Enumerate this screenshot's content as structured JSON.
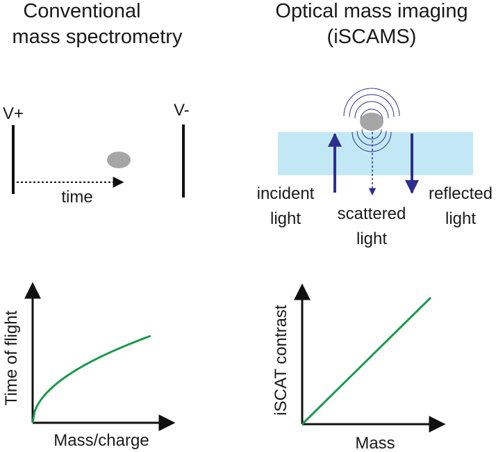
{
  "left": {
    "title_line1": "Conventional",
    "title_line2": "mass spectrometry",
    "electrode_pos_label": "V+",
    "electrode_neg_label": "V-",
    "time_label": "time",
    "plot": {
      "ylabel": "Time of flight",
      "xlabel": "Mass/charge",
      "curve": "sqrt",
      "curve_color": "#1a9a4a"
    }
  },
  "right": {
    "title_line1": "Optical mass imaging",
    "title_line2": "(iSCAMS)",
    "incident_line1": "incident",
    "incident_line2": "light",
    "scattered_line1": "scattered",
    "scattered_line2": "light",
    "reflected_line1": "reflected",
    "reflected_line2": "light",
    "plot": {
      "ylabel": "iSCAT contrast",
      "xlabel": "Mass",
      "curve": "linear",
      "curve_color": "#1a9a4a"
    }
  },
  "colors": {
    "particle": "#a6a6a6",
    "glass": "#c2e8f6",
    "arrow": "#2d2f8f",
    "axis": "#111111"
  }
}
